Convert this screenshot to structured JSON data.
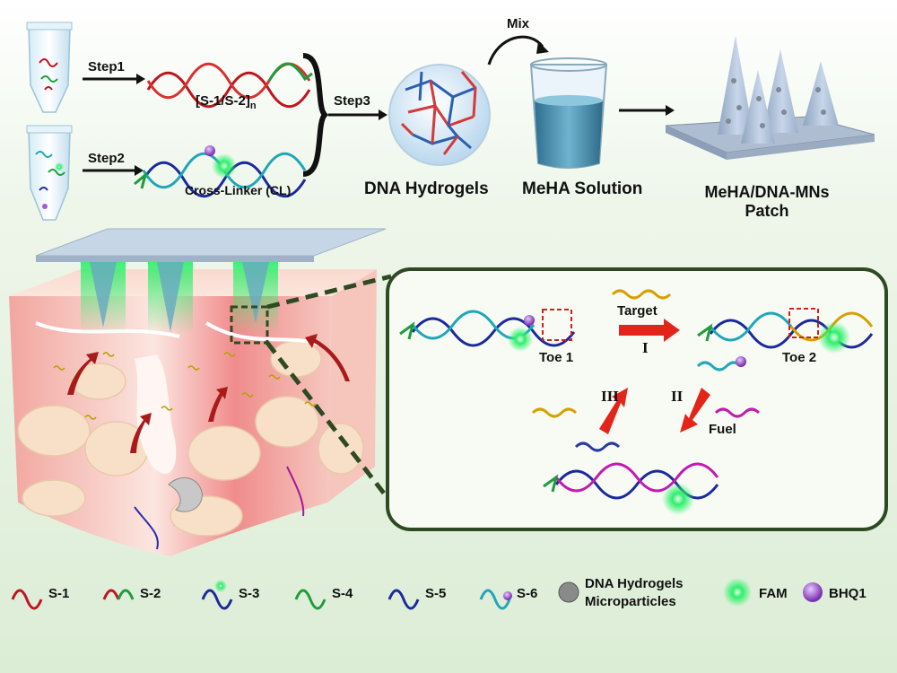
{
  "top": {
    "step1": "Step1",
    "step2": "Step2",
    "step3": "Step3",
    "mix": "Mix",
    "polymer": "[S-1/S-2]",
    "polymer_sub": "n",
    "cross_linker": "Cross-Linker (CL)",
    "dna_hydrogels": "DNA Hydrogels",
    "meha_solution": "MeHA Solution",
    "patch_line1": "MeHA/DNA-MNs",
    "patch_line2": "Patch"
  },
  "mechanism": {
    "target": "Target",
    "step_i": "I",
    "step_ii": "II",
    "step_iii": "III",
    "toe1": "Toe 1",
    "toe2": "Toe 2",
    "fuel": "Fuel"
  },
  "legend": {
    "s1": "S-1",
    "s2": "S-2",
    "s3": "S-3",
    "s4": "S-4",
    "s5": "S-5",
    "s6": "S-6",
    "microparticles_line1": "DNA Hydrogels",
    "microparticles_line2": "Microparticles",
    "fam": "FAM",
    "bhq1": "BHQ1"
  },
  "colors": {
    "red_strand": "#c0141e",
    "green_strand": "#1e9c3a",
    "blue_strand": "#1a2a9c",
    "teal_strand": "#1fa6b8",
    "gold_strand": "#d6a000",
    "magenta_strand": "#c21ab0",
    "fam_glow": "#2cf06a",
    "bhq1": "#a25bd1",
    "arrow_red": "#e3241b",
    "panel_border": "#2d4a22"
  }
}
